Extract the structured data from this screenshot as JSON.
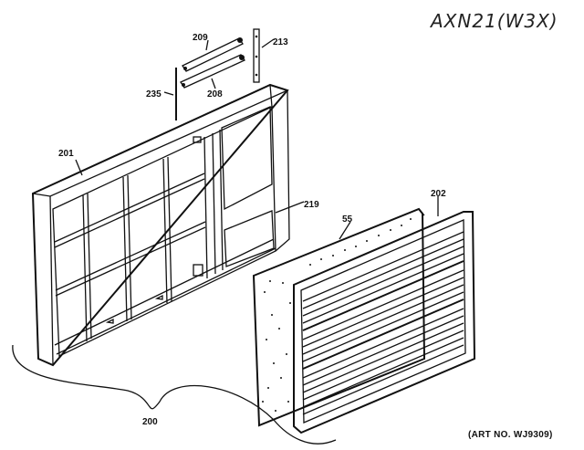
{
  "handwritten_note": "AXN21(W3X)",
  "art_number": "(ART NO. WJ9309)",
  "parts": {
    "front_frame": "201",
    "grille": "202",
    "hardware_209": "209",
    "hardware_213": "213",
    "hardware_208": "208",
    "hardware_235": "235",
    "hardware_219": "219",
    "filter": "55",
    "assembly_callout": "200"
  }
}
